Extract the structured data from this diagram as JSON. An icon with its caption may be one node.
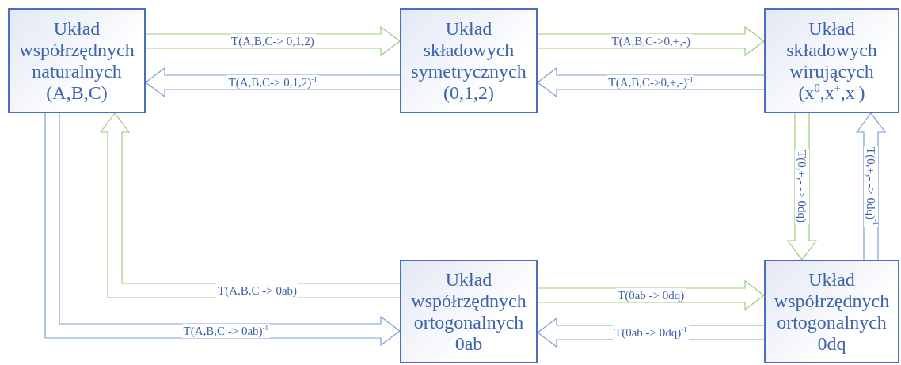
{
  "diagram": {
    "nodes": [
      {
        "text": [
          "Układ współrzędnych naturalnych (A,B,C)"
        ]
      },
      {
        "text": [
          "Układ składowych symetrycznych (0,1,2)"
        ]
      },
      {
        "text": [
          "Układ składowych wirujących (x$^{0}$,x$^{+}$,x$^{-}$)"
        ]
      },
      {
        "text": [
          "Układ współrzędnych ortogonalnych 0ab"
        ]
      },
      {
        "text": [
          "Układ współrzędnych ortogonalnych 0dq"
        ]
      }
    ],
    "edges": [
      {
        "from": 0,
        "to": 1,
        "arrow": "to",
        "label": "T(A,B,C-> 0,1,2)",
        "color": "#9bcb7a"
      },
      {
        "from": 1,
        "to": 0,
        "arrow": "to",
        "label": "T(A,B,C-> 0,1,2)$^{-1}$",
        "color": "#7f9ed6"
      },
      {
        "from": 1,
        "to": 2,
        "arrow": "to",
        "label": "T(A,B,C->0,+,-)",
        "color": "#9bcb7a"
      },
      {
        "from": 2,
        "to": 1,
        "arrow": "to",
        "label": "T(A,B,C->0,+,-)$^{-1}$",
        "color": "#7f9ed6"
      },
      {
        "from": 2,
        "to": 4,
        "arrow": "to",
        "label": "T(0,+,- -> 0dq)",
        "color": "#9bcb7a"
      },
      {
        "from": 4,
        "to": 2,
        "arrow": "to",
        "label": "T(0,+,- -> 0dq)$^{-1}$",
        "color": "#7f9ed6"
      },
      {
        "from": 3,
        "to": 0,
        "arrow": "to",
        "label": "T(A,B,C -> 0ab)",
        "color": "#9bcb7a"
      },
      {
        "from": 0,
        "to": 3,
        "arrow": "to",
        "label": "T(A,B,C -> 0ab)$^{-1}$",
        "color": "#7f9ed6"
      },
      {
        "from": 3,
        "to": 4,
        "arrow": "to",
        "label": "T(0ab -> 0dq)",
        "color": "#9bcb7a"
      },
      {
        "from": 4,
        "to": 3,
        "arrow": "to",
        "label": "T(0ab -> 0dq)$^{-1}$",
        "color": "#7f9ed6"
      }
    ]
  }
}
